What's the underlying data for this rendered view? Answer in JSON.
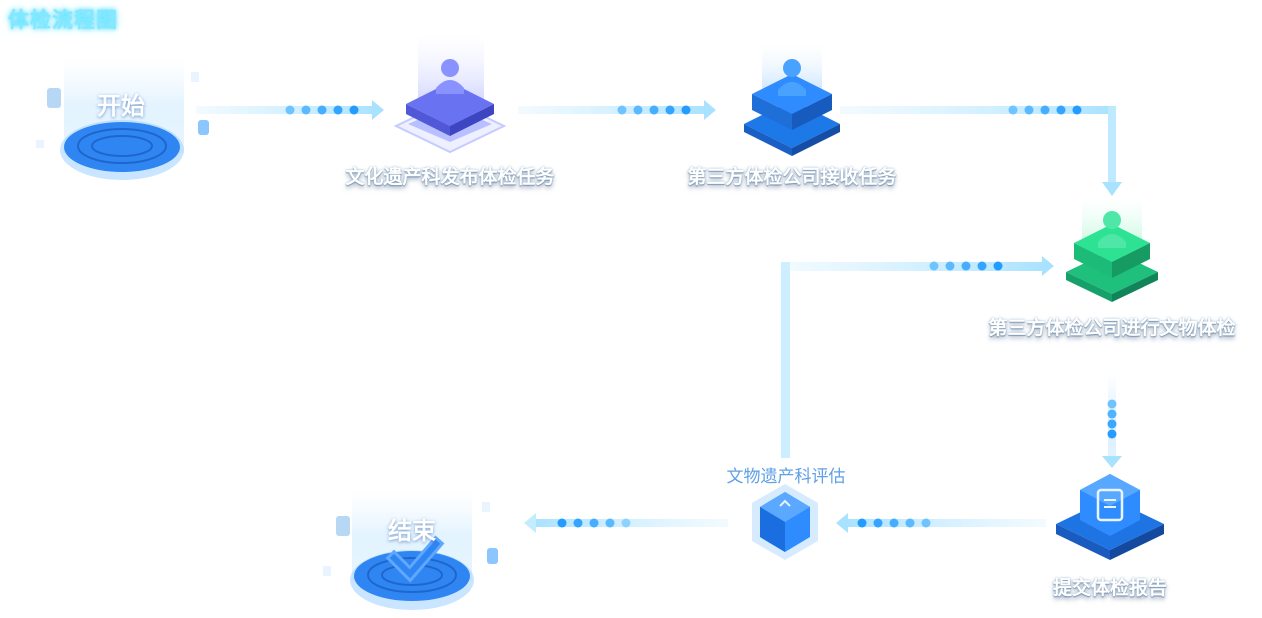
{
  "title": "体检流程图",
  "nodes": {
    "start": {
      "label": "开始"
    },
    "publish": {
      "label": "文化遗产科发布体检任务"
    },
    "receive": {
      "label": "第三方体检公司接收任务"
    },
    "inspect": {
      "label": "第三方体检公司进行文物体检"
    },
    "report": {
      "label": "提交体检报告"
    },
    "evaluate": {
      "label": "文物遗产科评估"
    },
    "end": {
      "label": "结束"
    }
  },
  "colors": {
    "arrow": "#bfe9ff",
    "dot": "#2ea8ff",
    "blue_node": "#2f8cff",
    "purple_node": "#6d75f5",
    "green_node": "#22d38a"
  },
  "icons": {
    "start": "cylinder-platform-icon",
    "publish": "person-server-purple-icon",
    "receive": "person-server-blue-icon",
    "inspect": "person-server-green-icon",
    "report": "document-cube-icon",
    "evaluate": "hexagon-cube-icon",
    "end": "checkmark-cylinder-icon"
  }
}
